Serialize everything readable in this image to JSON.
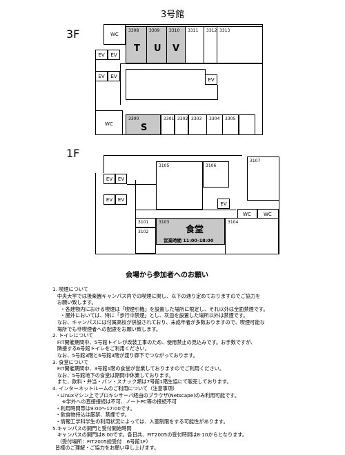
{
  "building_title": "3号館",
  "floor3": {
    "label": "3F",
    "wc_top": "WC",
    "wc_left": "WC",
    "ev": [
      "EV",
      "EV",
      "EV",
      "EV",
      "EV"
    ],
    "rooms_top": [
      {
        "num": "3308",
        "letter": "T"
      },
      {
        "num": "3309",
        "letter": "U"
      },
      {
        "num": "3310",
        "letter": "V"
      },
      {
        "num": "3311",
        "letter": ""
      },
      {
        "num": "3312",
        "letter": ""
      },
      {
        "num": "3313",
        "letter": ""
      }
    ],
    "rooms_bottom": [
      {
        "num": "3300",
        "letter": "S"
      },
      {
        "num": "3301",
        "letter": ""
      },
      {
        "num": "3302",
        "letter": ""
      },
      {
        "num": "3303",
        "letter": ""
      },
      {
        "num": "3304",
        "letter": ""
      },
      {
        "num": "3305",
        "letter": ""
      }
    ]
  },
  "floor1": {
    "label": "1F",
    "ev": [
      "EV",
      "EV",
      "EV",
      "EV",
      "EV"
    ],
    "wc": [
      "WC",
      "WC"
    ],
    "rooms": [
      "3105",
      "3106",
      "3107",
      "3101",
      "3102",
      "3103",
      "3104"
    ],
    "cafeteria_name": "食堂",
    "cafeteria_hours": "営業時間 11:00-18:00"
  },
  "notice": {
    "heading": "会場から参加者へのお願い",
    "lines": [
      "1. 喫煙について",
      "   中央大学では後楽園キャンパス内での喫煙に関し、以下の通り定めておりますのでご協力を",
      "   お願い致します。",
      "     ・各建物内における喫煙は「喫煙引機」を設置した場所に限定し、それ以外は全面禁煙です。",
      "     ・屋外においては、特に「歩行中禁煙」とし、灰皿を設置した場所以外は禁煙です。",
      "   なお、キャンパスには付属高校が併設されており、未成年者が多数おりますので、喫煙可能な",
      "   場所でも非喫煙者への配慮をお願い致します。",
      "2. トイレについて",
      "   FIT開催期間中、5号館トイレが改装工事のため、使用禁止の見込みです。お手数ですが、",
      "   隣接する6号館トイレをご利用ください。",
      "   なお、5号館3階と6号館3階が渡り廊下でつながっております。",
      "3. 食堂について",
      "   FIT開催期間中、3号館1階の食堂が営業しておりますのでご利用ください。",
      "   なお、5号館地下の食堂は期間中休業しております。",
      "   また、飲料・弁当・パン・スナック類は7号館1階生協にて販売しております。",
      "4. インターネットルームのご利用について（注意事項）",
      "  ・Linuxマシン上でプロキシサーバ経由のブラウザ(Netscape)のみ利用可能です。",
      "      ※学外への直接接続は不可、ノートPC等の接続不可",
      "  ・利用時間帯は9:00〜17:00です。",
      "  ・飲食物持込は厳禁、禁煙です。",
      "  ・情報工学科学生の利用状況によっては、入室制限をする可能性があります。",
      "5.キャンパスの開門と受付開始時間",
      "   キャンパスの開門は8:00です。各日共、FIT2005の受付時間は8:10からとなります。",
      "   （受付場所：FIT2005総受付　6号館1F）"
    ],
    "closing": "皆様のご理解・ご協力をお願い申し上げます。"
  }
}
